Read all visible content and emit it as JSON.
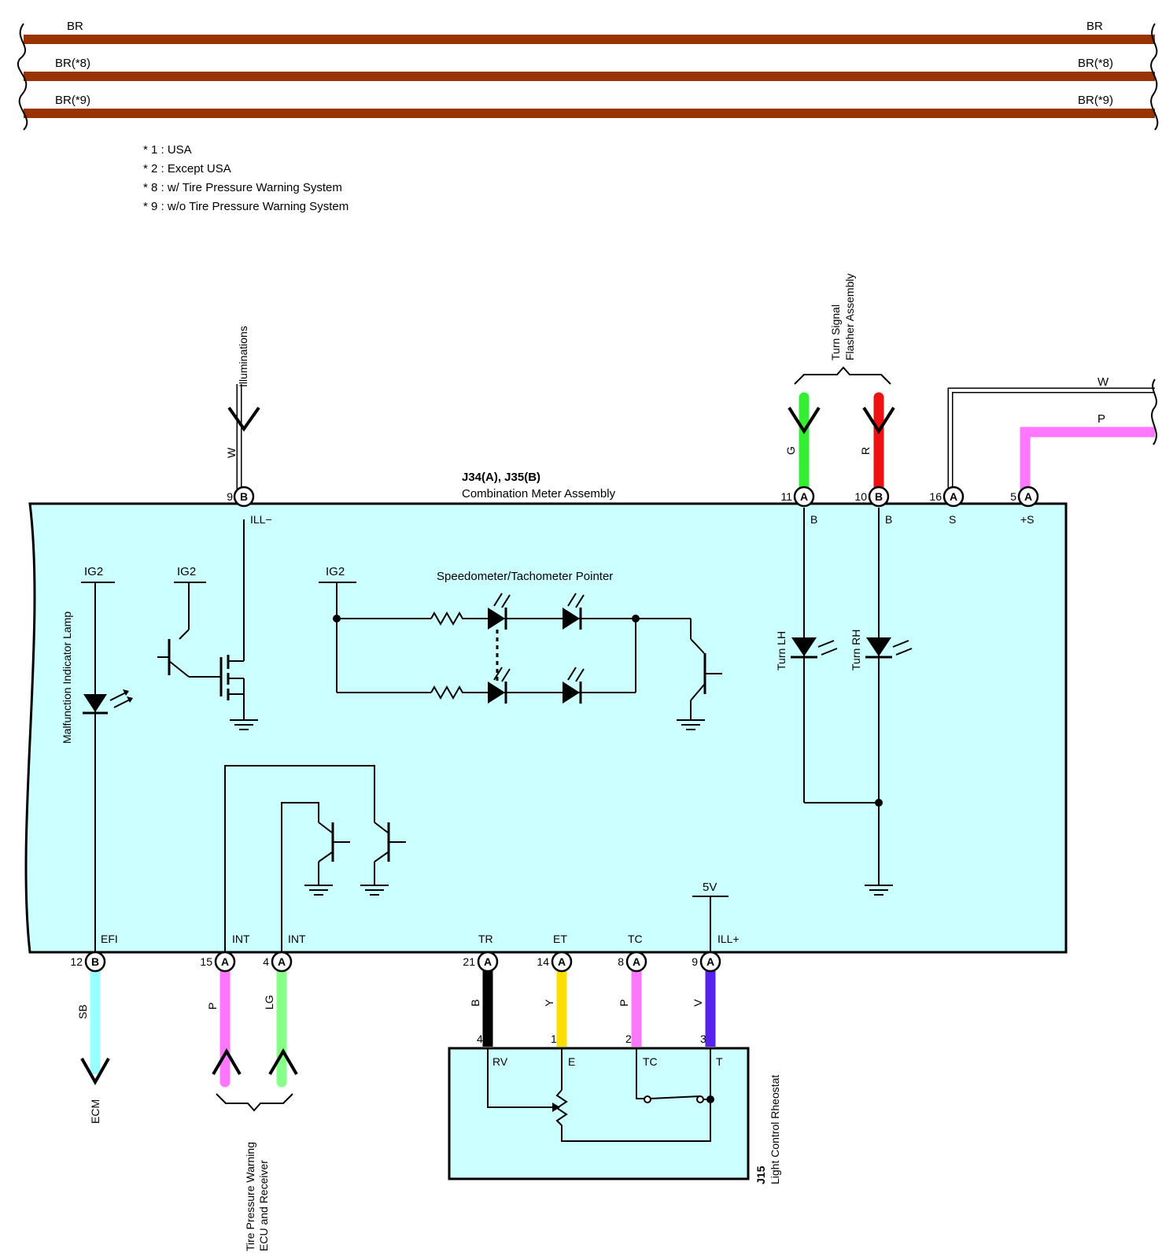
{
  "colors": {
    "brown": "#993300",
    "box_fill": "#ccffff",
    "green": "#33ee33",
    "red": "#ee1111",
    "pink": "#ff77ff",
    "light_blue": "#99ffff",
    "light_green": "#88ff88",
    "yellow": "#ffdd00",
    "violet": "#5522ee",
    "black": "#000000"
  },
  "harness": [
    {
      "left": "BR",
      "right": "BR"
    },
    {
      "left": "BR(*8)",
      "right": "BR(*8)"
    },
    {
      "left": "BR(*9)",
      "right": "BR(*9)"
    }
  ],
  "notes": [
    "* 1 : USA",
    "* 2 : Except USA",
    "* 8 : w/ Tire Pressure Warning System",
    "* 9 : w/o Tire Pressure Warning System"
  ],
  "meter": {
    "id": "J34(A), J35(B)",
    "name": "Combination Meter Assembly",
    "ig2": "IG2",
    "five_v": "5V",
    "pointer": "Speedometer/Tachometer Pointer",
    "mil": "Malfunction Indicator Lamp",
    "turn_lh": "Turn LH",
    "turn_rh": "Turn RH"
  },
  "top_pins": [
    {
      "num": "9",
      "conn": "B",
      "term": "ILL−",
      "wire": "W"
    },
    {
      "num": "11",
      "conn": "A",
      "term": "B",
      "wire": "G"
    },
    {
      "num": "10",
      "conn": "B",
      "term": "B",
      "wire": "R"
    },
    {
      "num": "16",
      "conn": "A",
      "term": "S",
      "wire": "W"
    },
    {
      "num": "5",
      "conn": "A",
      "term": "+S",
      "wire": "P"
    }
  ],
  "bottom_pins": [
    {
      "num": "12",
      "conn": "B",
      "term": "EFI",
      "wire": "SB"
    },
    {
      "num": "15",
      "conn": "A",
      "term": "INT",
      "wire": "P"
    },
    {
      "num": "4",
      "conn": "A",
      "term": "INT",
      "wire": "LG"
    },
    {
      "num": "21",
      "conn": "A",
      "term": "TR",
      "wire": "B"
    },
    {
      "num": "14",
      "conn": "A",
      "term": "ET",
      "wire": "Y"
    },
    {
      "num": "8",
      "conn": "A",
      "term": "TC",
      "wire": "P"
    },
    {
      "num": "9",
      "conn": "A",
      "term": "ILL+",
      "wire": "V"
    }
  ],
  "destinations": {
    "illuminations": "Illuminations",
    "turn_signal": [
      "Turn Signal",
      "Flasher Assembly"
    ],
    "ecm": "ECM",
    "tpws": [
      "Tire Pressure Warning",
      "ECU and Receiver"
    ]
  },
  "rheostat": {
    "id": "J15",
    "name": "Light Control Rheostat",
    "pins": [
      "4",
      "1",
      "2",
      "3"
    ],
    "terms": [
      "RV",
      "E",
      "TC",
      "T"
    ]
  }
}
